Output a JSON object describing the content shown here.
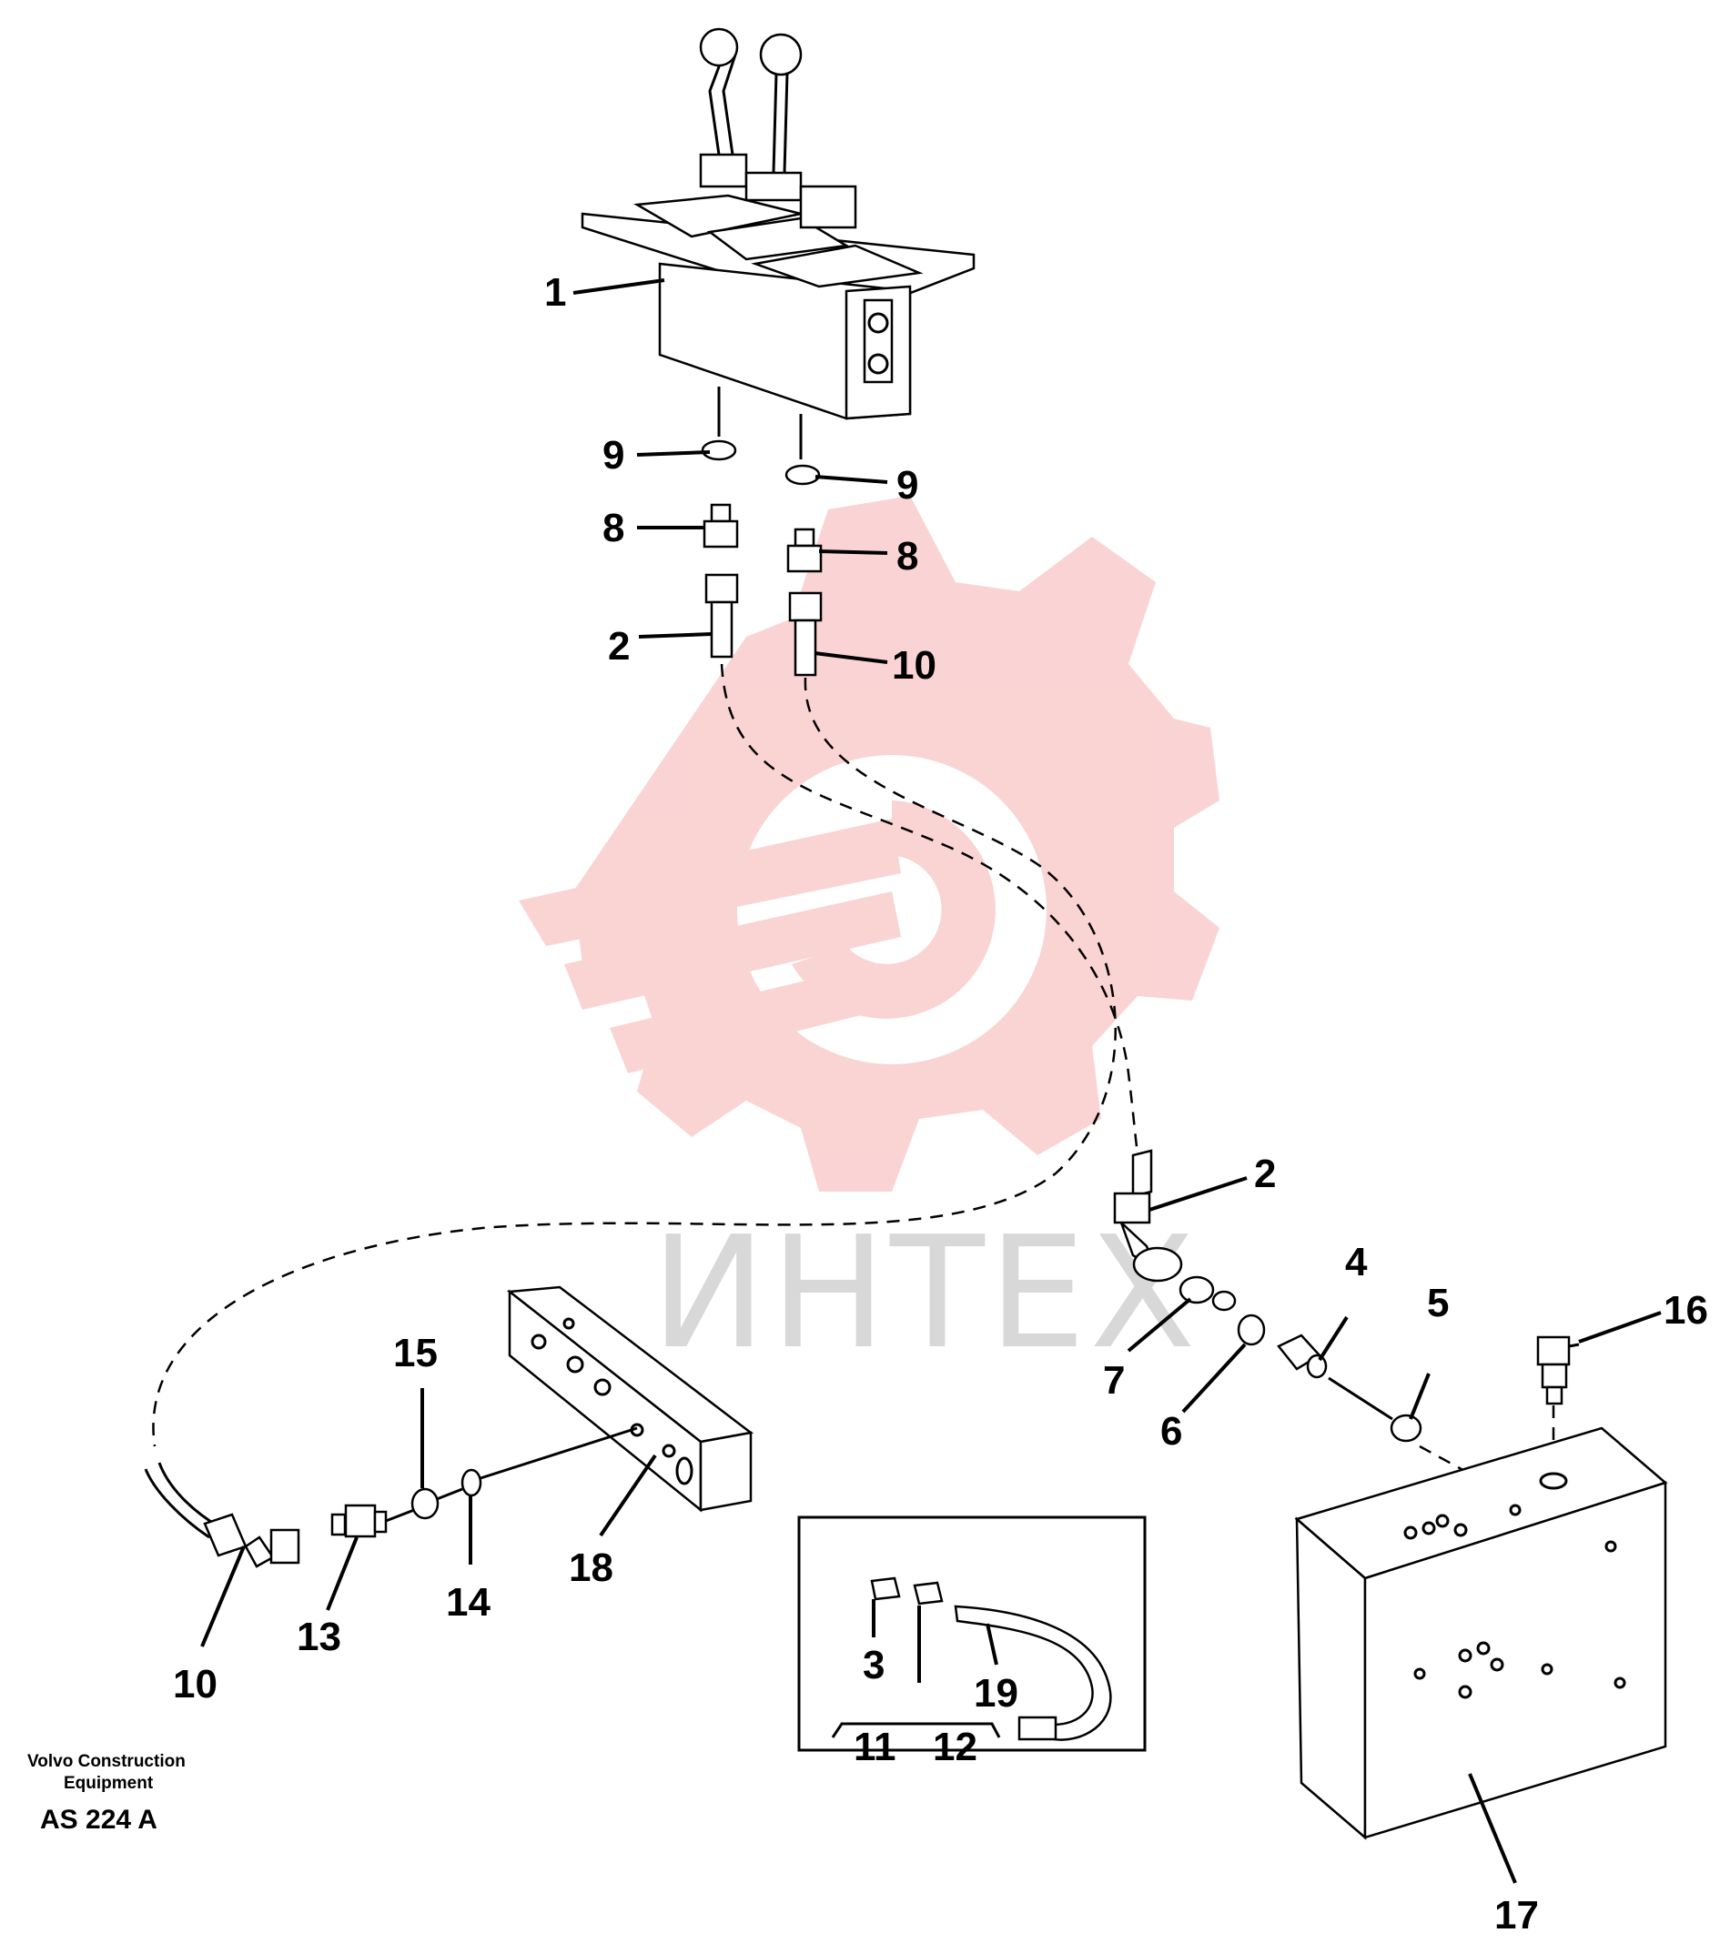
{
  "watermark": {
    "text": "ИНТЕХ",
    "color": "#f4b0b0"
  },
  "credit": {
    "line1": "Volvo Construction",
    "line2": "Equipment",
    "code": "AS 224 A"
  },
  "callouts": {
    "c1": "1",
    "c9a": "9",
    "c9b": "9",
    "c8a": "8",
    "c8b": "8",
    "c2a": "2",
    "c10a": "10",
    "c2b": "2",
    "c4": "4",
    "c5": "5",
    "c16": "16",
    "c7": "7",
    "c6": "6",
    "c15": "15",
    "c14": "14",
    "c13": "13",
    "c10b": "10",
    "c18": "18",
    "c3": "3",
    "c19": "19",
    "c11": "11",
    "c12": "12",
    "c17": "17"
  }
}
